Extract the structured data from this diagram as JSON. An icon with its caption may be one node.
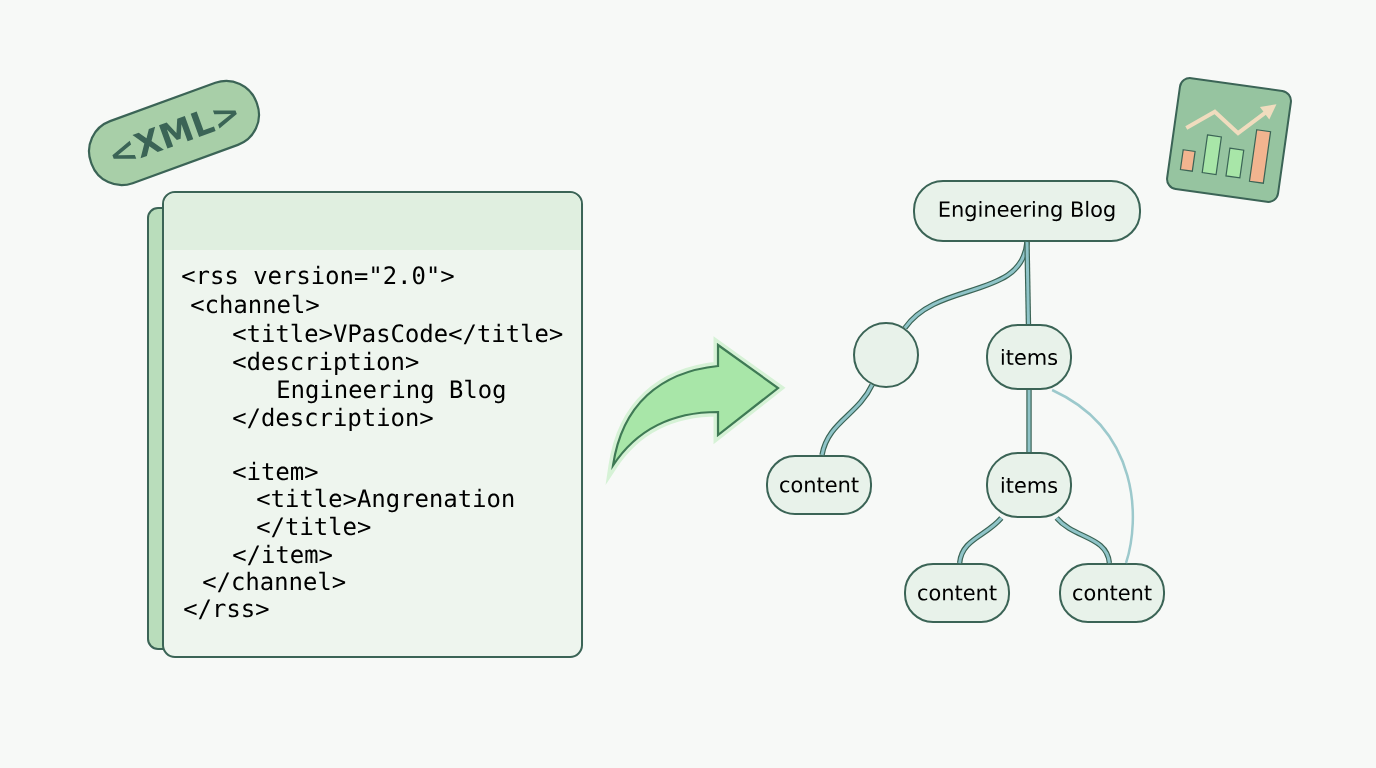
{
  "diagram": {
    "nodes": [
      {
        "text": [
          "<XML>"
        ]
      },
      {
        "text": [
          "<rss version=\"2.0\">",
          "<channel>",
          "<title>VPasCode</title>",
          "<description>",
          "Engineering Blog",
          "</description>",
          "<item>",
          "<title>Angrenation",
          "</title>",
          "</item>",
          "</channel>",
          "</rss>"
        ]
      },
      {
        "text": [
          "Engineering Blog"
        ]
      },
      {
        "text": [],
        "shape": "circle"
      },
      {
        "text": [
          "items"
        ]
      },
      {
        "text": [
          "content"
        ]
      },
      {
        "text": [
          "items"
        ]
      },
      {
        "text": [
          "content"
        ]
      },
      {
        "text": [
          "content"
        ]
      }
    ],
    "edges": [
      {
        "from": 2,
        "to": 3,
        "arrow": "none"
      },
      {
        "from": 2,
        "to": 4,
        "arrow": "none"
      },
      {
        "from": 3,
        "to": 5,
        "arrow": "none"
      },
      {
        "from": 4,
        "to": 6,
        "arrow": "none"
      },
      {
        "from": 6,
        "to": 7,
        "arrow": "none"
      },
      {
        "from": 6,
        "to": 8,
        "arrow": "none"
      },
      {
        "from": 4,
        "to": 8,
        "arrow": "none",
        "color": "#9cc9cc"
      },
      {
        "from": 1,
        "to": null,
        "arrow": "to",
        "style": "thick",
        "color": "#a8e6a8"
      }
    ]
  }
}
